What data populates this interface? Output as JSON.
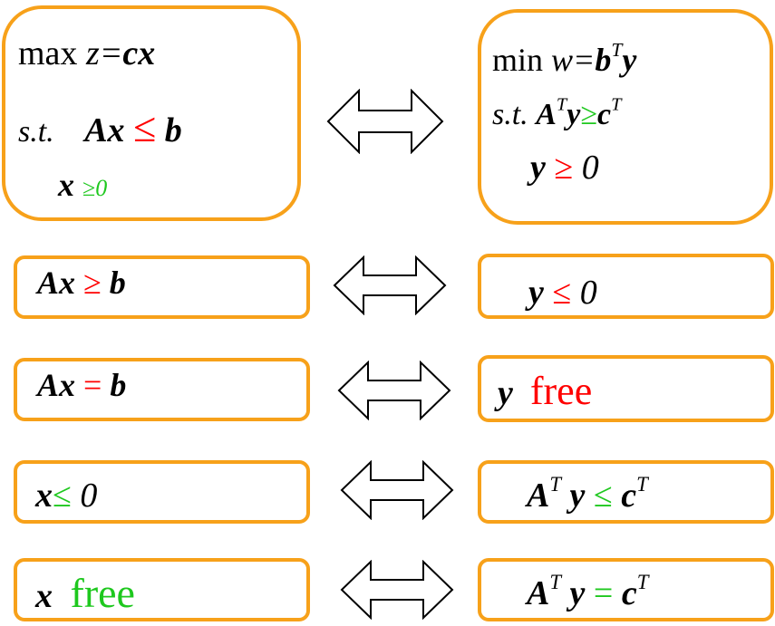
{
  "primal_main": {
    "objective": {
      "kw": "max",
      "var": "z",
      "eq": "=",
      "expr": "cx"
    },
    "constraint": {
      "st": "s.t.",
      "lhs": "Ax",
      "rel": "≤",
      "rhs": "b"
    },
    "sign": {
      "var": "x",
      "rel": "≥",
      "val": "0"
    }
  },
  "dual_main": {
    "objective": {
      "kw": "min",
      "var": "w",
      "eq": "=",
      "b": "b",
      "sup": "T",
      "y": "y"
    },
    "constraint": {
      "st": "s.t.",
      "A": "A",
      "sup": "T",
      "y": "y",
      "rel": "≥",
      "c": "c",
      "csup": "T"
    },
    "sign": {
      "var": "y",
      "rel": "≥",
      "val": "0"
    }
  },
  "rows": [
    {
      "left": {
        "lhs": "Ax",
        "rel": "≥",
        "rhs": "b"
      },
      "right": {
        "var": "y",
        "rel": "≤",
        "val": "0"
      }
    },
    {
      "left": {
        "lhs": "Ax",
        "rel": "=",
        "rhs": "b"
      },
      "right": {
        "var": "y",
        "word": "free"
      }
    },
    {
      "left": {
        "var": "x",
        "rel": "≤",
        "val": "0"
      },
      "right": {
        "A": "A",
        "sup": "T",
        "y": "y",
        "rel": "≤",
        "c": "c",
        "csup": "T"
      }
    },
    {
      "left": {
        "var": "x",
        "word": "free"
      },
      "right": {
        "A": "A",
        "sup": "T",
        "y": "y",
        "rel": "=",
        "c": "c",
        "csup": "T"
      }
    }
  ],
  "colors": {
    "border": "#f7a11a",
    "red": "#ff0000",
    "green": "#1ec81e"
  },
  "icons": {
    "arrow": "double-headed-arrow-icon"
  }
}
